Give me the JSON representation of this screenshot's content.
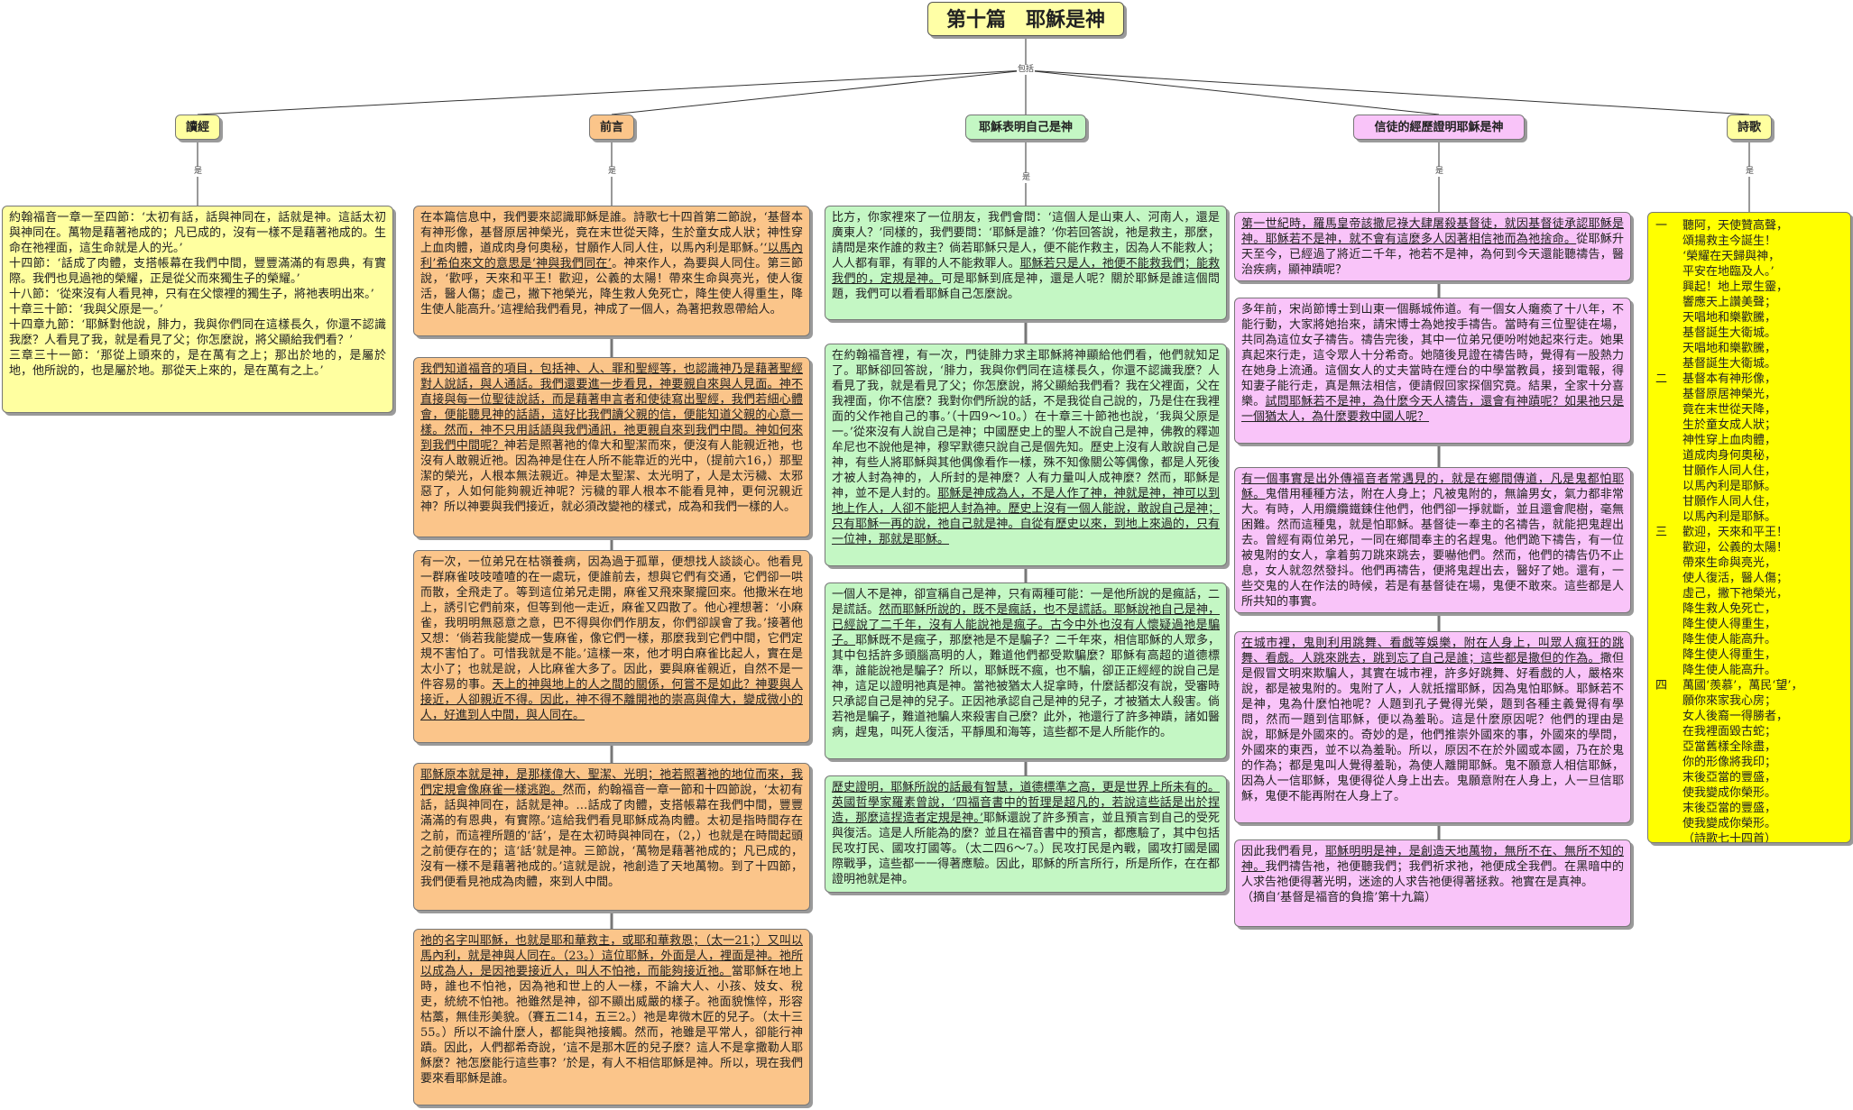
{
  "title": "第十篇　耶穌是神",
  "connector_top": "包括",
  "connector_is": "是",
  "categories": {
    "c1": "讀經",
    "c2": "前言",
    "c3": "耶穌表明自己是神",
    "c4": "信徒的經歷證明耶穌是神",
    "c5": "詩歌"
  },
  "reading": {
    "p1": "約翰福音一章一至四節：‘太初有話，話與神同在，話就是神。這話太初與神同在。萬物是藉著祂成的；凡已成的，沒有一樣不是藉著祂成的。生命在祂裡面，這生命就是人的光。’",
    "p2": "十四節：‘話成了肉體，支搭帳幕在我們中間，豐豐滿滿的有恩典，有實際。我們也見過祂的榮耀，正是從父而來獨生子的榮耀。’",
    "p3": "十八節：‘從來沒有人看見神，只有在父懷裡的獨生子，將祂表明出來。’",
    "p4": "十章三十節：‘我與父原是一。’",
    "p5": "十四章九節：‘耶穌對他說，腓力，我與你們同在這樣長久，你還不認識我麼？人看見了我，就是看見了父；你怎麼說，將父顯給我們看？’",
    "p6": "三章三十一節：‘那從上頭來的，是在萬有之上；那出於地的，是屬於地，他所說的，也是屬於地。那從天上來的，是在萬有之上。’"
  },
  "preface": {
    "a_pre": "在本篇信息中，我們要來認識耶穌是誰。詩歌七十四首第二節說，‘基督本有神形像，基督原居神榮光，竟在末世從天降，生於童女成人狀；神性穿上血肉體，道成肉身何奧秘，甘願作人同人住，以馬內利是耶穌。’",
    "a_u": "‘以馬內利’希伯來文的意思是‘神與我們同在’",
    "a_post": "。神來作人，為要與人同住。第三節說，‘歡呼，天來和平王！歡迎，公義的太陽！帶來生命與亮光，使人復活，醫人傷；虛己，撇下祂榮光，降生救人免死亡，降生使人得重生，降生使人能高升。’這裡給我們看見，神成了一個人，為著把救恩帶給人。",
    "b_u": "我們知道福音的項目，包括神、人、罪和聖經等，也認識神乃是藉著聖經對人說話，與人通話。我們還要進一步看見，神要親自來與人見面。神不直接與每一位聖徒說話，而是藉著申言者和使徒寫出聖經，我們若細心體會，便能聽見神的話語，這好比我們讀父親的信，便能知道父親的心意一樣。然而，神不只用話語與我們通訊，祂更親自來到我們中間。神如何來到我們中間呢？",
    "b_post": "神若是照著祂的偉大和聖潔而來，便沒有人能親近祂，也沒有人敢親近祂。因為神是住在人所不能靠近的光中，（提前六16，）那聖潔的榮光，人根本無法親近。神是太聖潔、太光明了，人是太污穢、太邪惡了，人如何能夠親近神呢？污穢的罪人根本不能看見神，更何況親近神？所以神要與我們接近，就必須改變祂的樣式，成為和我們一樣的人。",
    "c_pre": "有一次，一位弟兄在枯嶺養病，因為過于孤單，便想找人談談心。他看見一群麻雀吱吱喳喳的在一處玩，便誰前去，想與它們有交通，它們卻一哄而散，全飛走了。等到這位弟兄走開，麻雀又飛來聚攏回來。他撒米在地上，誘引它們前來，但等到他一走近，麻雀又四散了。他心裡想著：‘小麻雀，我明明無惡意之意，巴不得與你們作朋友，你們卻誤會了我。’接著他又想：‘倘若我能變成一隻麻雀，像它們一樣，那麼我到它們中間，它們定規不害怕了。可惜我就是不能。’這樣一來，他才明白麻雀比起人，實在是太小了；也就是說，人比麻雀大多了。因此，要與麻雀親近，自然不是一件容易的事。",
    "c_u": "天上的神與地上的人之間的關係，何嘗不是如此？神要與人接近，人卻親近不得。因此，神不得不離開祂的崇高與偉大，變成微小的人，好進到人中間，與人同在。",
    "d_u": "耶穌原本就是神，是那樣偉大、聖潔、光明；祂若照著祂的地位而來，我們定規會像麻雀一樣逃跑。",
    "d_post": "然而，約翰福音一章一節和十四節說，‘太初有話，話與神同在，話就是神。…話成了肉體，支搭帳幕在我們中間，豐豐滿滿的有恩典，有實際。’這給我們看見耶穌成為肉體。太初是指時間存在之前，而這裡所題的‘話’，是在太初時與神同在，（2，）也就是在時間起頭之前便存在的；這‘話’就是神。三節說，‘萬物是藉著祂成的；凡已成的，沒有一樣不是藉著祂成的。’這就是說，祂創造了天地萬物。到了十四節，我們便看見祂成為肉體，來到人中間。",
    "e_u": "祂的名字叫耶穌，也就是耶和華救主，或耶和華救恩；（太一21；）又叫以馬內利，就是神與人同在。（23。）這位耶穌，外面是人，裡面是神。祂所以成為人，是因祂要接近人，叫人不怕祂，而能夠接近祂。",
    "e_post": "當耶穌在地上時，誰也不怕祂，因為祂和世上的人一樣，不論大人、小孩、妓女、稅吏，統統不怕祂。祂雖然是神，卻不顯出威嚴的樣子。祂面貌憔悴，形容枯藁，無佳形美貌。（賽五二14，五三2。）祂是卑微木匠的兒子。（太十三55。）所以不論什麼人，都能與祂接觸。然而，祂雖是平常人，卻能行神蹟。因此，人們都希奇說，‘這不是那木匠的兒子麼？這人不是拿撒勒人耶穌麼？祂怎麼能行這些事？’於是，有人不相信耶穌是神。所以，現在我們要來看耶穌是誰。"
  },
  "jesus": {
    "a_pre": "比方，你家裡來了一位朋友，我們會問：‘這個人是山東人、河南人，還是廣東人？’同樣的，我們要問：‘耶穌是誰？’你若回答說，祂是救主，那麼，請問是來作誰的救主？倘若耶穌只是人，便不能作救主，因為人不能救人；人人都有罪，有罪的人不能救罪人。",
    "a_u": "耶穌若只是人，祂便不能救我們；能救我們的，定規是神。",
    "a_post": "可是耶穌到底是神，還是人呢？關於耶穌是誰這個問題，我們可以看看耶穌自己怎麼說。",
    "b_pre": "在約翰福音裡，有一次，門徒腓力求主耶穌將神顯給他們看，他們就知足了。耶穌卻回答說，‘腓力，我與你們同在這樣長久，你還不認識我麼？人看見了我，就是看見了父；你怎麼說，將父顯給我們看？我在父裡面，父在我裡面，你不信麼？我對你們所說的話，不是我從自己說的，乃是住在我裡面的父作祂自己的事。’（十四9～10。）在十章三十節祂也說，‘我與父原是一。’從來沒有人說自己是神；中國歷史上的聖人不說自己是神，佛教的釋迦牟尼也不說他是神，穆罕默德只說自己是個先知。歷史上沒有人敢說自己是神，有些人將耶穌與其他偶像看作一樣，殊不知像關公等偶像，都是人死後才被人封為神的，人所封的是神麼？人有力量叫人成神麼？然而，耶穌是神，並不是人封的。",
    "b_u": "耶穌是神成為人，不是人作了神，神就是神，神可以到地上作人，人卻不能把人封為神。歷史上沒有一個人能說，敢說自己是神；只有耶穌一再的說，祂自己就是神。自從有歷史以來，到地上來過的，只有一位神，那就是耶穌。",
    "c_pre": "一個人不是神，卻宣稱自己是神，只有兩種可能：一是他所說的是瘋話，二是謊話。",
    "c_u": "然而耶穌所說的，既不是瘋話，也不是謊話。耶穌說祂自己是神，已經說了二千年，沒有人能說祂是瘋子。古今中外也沒有人懷疑過祂是騙子。",
    "c_post": "耶穌既不是瘋子，那麼祂是不是騙子？二千年來，相信耶穌的人眾多，其中包括許多頭腦高明的人，難道他們都受欺騙麼？耶穌有高超的道德標準，誰能說祂是騙子？所以，耶穌既不瘋，也不騙，卻正正經經的說自己是神，這足以證明祂真是神。當祂被猶太人捉拿時，什麼話都沒有說，受審時只承認自己是神的兒子。正因祂承認自己是神的兒子，才被猶太人殺害。倘若祂是騙子，難道祂騙人來殺害自己麼？此外，祂還行了許多神蹟，諸如醫病，趕鬼，叫死人復活，平靜風和海等，這些都不是人所能作的。",
    "d_u": "歷史證明，耶穌所說的話最有智慧，道德標準之高，更是世界上所未有的。英國哲學家羅素曾說，‘四福音書中的哲理是超凡的，若說這些話是出於捏造，那麼這捏造者定規是神。’",
    "d_post": "耶穌還說了許多預言，並且預言到自己的受死與復活。這是人所能為的麼？並且在福音書中的預言，都應驗了，其中包括民攻打民、國攻打國等。（太二四6～7。）民攻打民是內戰，國攻打國是國際戰爭，這些都一一得著應驗。因此，耶穌的所言所行，所是所作，在在都證明祂就是神。"
  },
  "experience": {
    "a_u": "第一世紀時，羅馬皇帝該撒尼祿大肆屠殺基督徒，就因基督徒承認耶穌是神。耶穌若不是神，就不會有這麼多人因著相信祂而為祂捨命。",
    "a_post": "從耶穌升天至今，已經過了將近二千年，祂若不是神，為何到今天還能聽禱告，醫治疾病，顯神蹟呢？",
    "b_pre": "多年前，宋尚節博士到山東一個縣城佈道。有一個女人癱瘓了十八年，不能行動，大家將她抬來，請宋博士為她按手禱告。當時有三位聖徒在場，共同為這位女子禱告。禱告完後，其中一位弟兄便吩咐她起來行走。她果真起來行走，這令眾人十分希奇。她隨後見證在禱告時，覺得有一股熱力在她身上流通。這個女人的丈夫當時在煙台的中學當教員，接到電報，得知妻子能行走，真是無法相信，便請假回家探個究竟。結果，全家十分喜樂。",
    "b_u": "試問耶穌若不是神，為什麼今天人禱告，還會有神蹟呢？如果祂只是一個猶太人，為什麼要救中國人呢？",
    "c_u": "有一個事實是出外傳福音者常遇見的，就是在鄉間傳道，凡是鬼都怕耶穌。",
    "c_post": "鬼借用種種方法，附在人身上；凡被鬼附的，無論男女，氣力都非常大。有時，人用纜纜鐵鍊住他們，他們卻一掙就斷，並且還會爬樹，毫無困難。然而這種鬼，就是怕耶穌。基督徒一奉主的名禱告，就能把鬼趕出去。曾經有兩位弟兄，一同在鄉間奉主的名趕鬼。他們跪下禱告，有一位被鬼附的女人，拿着剪刀跳來跳去，要嚇他們。然而，他們的禱告仍不止息，女人就忽然發抖。他們再禱告，便將鬼趕出去，醫好了她。還有，一些交鬼的人在作法的時候，若是有基督徒在場，鬼便不敢來。這些都是人所共知的事實。",
    "d_u": "在城市裡，鬼則利用跳舞、看戲等娛樂，附在人身上，叫眾人瘋狂的跳舞、看戲。人跳來跳去，跳到忘了自己是誰；這些都是撒但的作為。",
    "d_post": "撒但是假冒文明來欺騙人，其實在城市裡，許多好跳舞、好看戲的人，嚴格來說，都是被鬼附的。鬼附了人，人就抵擋耶穌，因為鬼怕耶穌。耶穌若不是神，鬼為什麼怕祂呢？人題到孔子覺得光榮，題到各種主義覺得有學問，然而一題到信耶穌，便以為羞恥。這是什麼原因呢？他們的理由是說，耶穌是外國來的。奇妙的是，他們推崇外國來的事，外國來的學問，外國來的東西，並不以為羞恥。所以，原因不在於外國或本國，乃在於鬼的作為；都是鬼叫人覺得羞恥，為使人離開耶穌。鬼不願意人相信耶穌，因為人一信耶穌，鬼便得從人身上出去。鬼願意附在人身上，人一旦信耶穌，鬼便不能再附在人身上了。",
    "e_pre": "因此我們看見，",
    "e_u": "耶穌明明是神，是創造天地萬物，無所不在、無所不知的神。",
    "e_post": "我們禱告祂，祂便聽我們；我們祈求祂，祂便成全我們。在黑暗中的人求告祂便得著光明，迷途的人求告祂便得著拯救。祂實在是真神。",
    "e_src": "（摘自‘基督是福音的負擔’第十九篇）"
  },
  "hymn": {
    "lines": [
      {
        "n": "一",
        "t": "聽阿，天使贊高聲，"
      },
      {
        "n": "",
        "t": "頌揚救主今誕生！"
      },
      {
        "n": "",
        "t": "‘榮耀在天歸與神，"
      },
      {
        "n": "",
        "t": "平安在地臨及人。’"
      },
      {
        "n": "",
        "t": "興起！地上眾生靈，"
      },
      {
        "n": "",
        "t": "響應天上讚美聲；"
      },
      {
        "n": "",
        "t": "天唱地和樂歡騰，"
      },
      {
        "n": "",
        "t": "基督誕生大衛城。"
      },
      {
        "n": "",
        "t": "天唱地和樂歡騰，"
      },
      {
        "n": "",
        "t": "基督誕生大衛城。"
      },
      {
        "n": "二",
        "t": "基督本有神形像，"
      },
      {
        "n": "",
        "t": "基督原居神榮光，"
      },
      {
        "n": "",
        "t": "竟在末世從天降，"
      },
      {
        "n": "",
        "t": "生於童女成人狀；"
      },
      {
        "n": "",
        "t": "神性穿上血肉體，"
      },
      {
        "n": "",
        "t": "道成肉身何奧秘，"
      },
      {
        "n": "",
        "t": "甘願作人同人住，"
      },
      {
        "n": "",
        "t": "以馬內利是耶穌。"
      },
      {
        "n": "",
        "t": "甘願作人同人住，"
      },
      {
        "n": "",
        "t": "以馬內利是耶穌。"
      },
      {
        "n": "三",
        "t": "歡迎，天來和平王！"
      },
      {
        "n": "",
        "t": "歡迎，公義的太陽！"
      },
      {
        "n": "",
        "t": "帶來生命與亮光，"
      },
      {
        "n": "",
        "t": "使人復活，醫人傷；"
      },
      {
        "n": "",
        "t": "虛己，撇下祂榮光，"
      },
      {
        "n": "",
        "t": "降生救人免死亡，"
      },
      {
        "n": "",
        "t": "降生使人得重生，"
      },
      {
        "n": "",
        "t": "降生使人能高升。"
      },
      {
        "n": "",
        "t": "降生使人得重生，"
      },
      {
        "n": "",
        "t": "降生使人能高升。"
      },
      {
        "n": "四",
        "t": "萬國‘羨慕’，萬民‘望’，"
      },
      {
        "n": "",
        "t": "願你來家我心房；"
      },
      {
        "n": "",
        "t": "女人後裔一得勝者，"
      },
      {
        "n": "",
        "t": "在我裡面毀古蛇；"
      },
      {
        "n": "",
        "t": "亞當舊樣全除盡，"
      },
      {
        "n": "",
        "t": "你的形像將我印；"
      },
      {
        "n": "",
        "t": "末後亞當的豐盛，"
      },
      {
        "n": "",
        "t": "使我變成你榮形。"
      },
      {
        "n": "",
        "t": "末後亞當的豐盛，"
      },
      {
        "n": "",
        "t": "使我變成你榮形。"
      }
    ],
    "source": "（詩歌七十四首）"
  }
}
